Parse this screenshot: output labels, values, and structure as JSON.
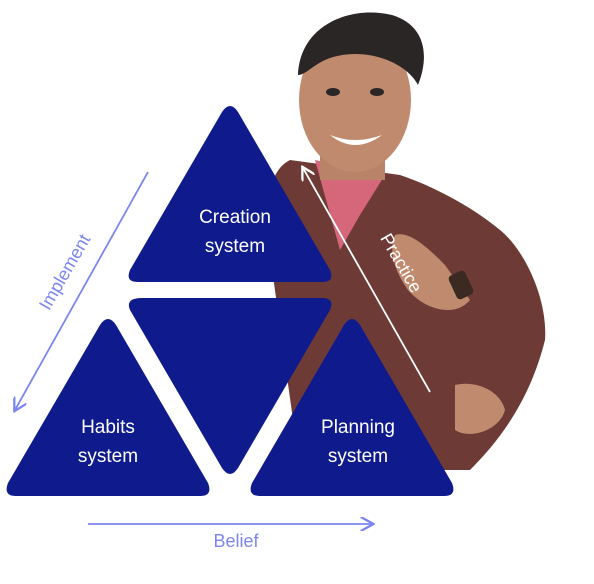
{
  "colors": {
    "triangle_fill": "#0f1a8c",
    "arrow_blue": "#7b86f0",
    "practice_arrow": "#ffffff"
  },
  "icons": {
    "person": "smiling-man-pointing-illustration"
  },
  "triangles": {
    "top": {
      "line1": "Creation",
      "line2": "system"
    },
    "left": {
      "line1": "Habits",
      "line2": "system"
    },
    "right": {
      "line1": "Planning",
      "line2": "system"
    },
    "center": {
      "line1": "",
      "line2": ""
    }
  },
  "arrows": {
    "left": "Implement",
    "bottom": "Belief",
    "right": "Practice"
  }
}
